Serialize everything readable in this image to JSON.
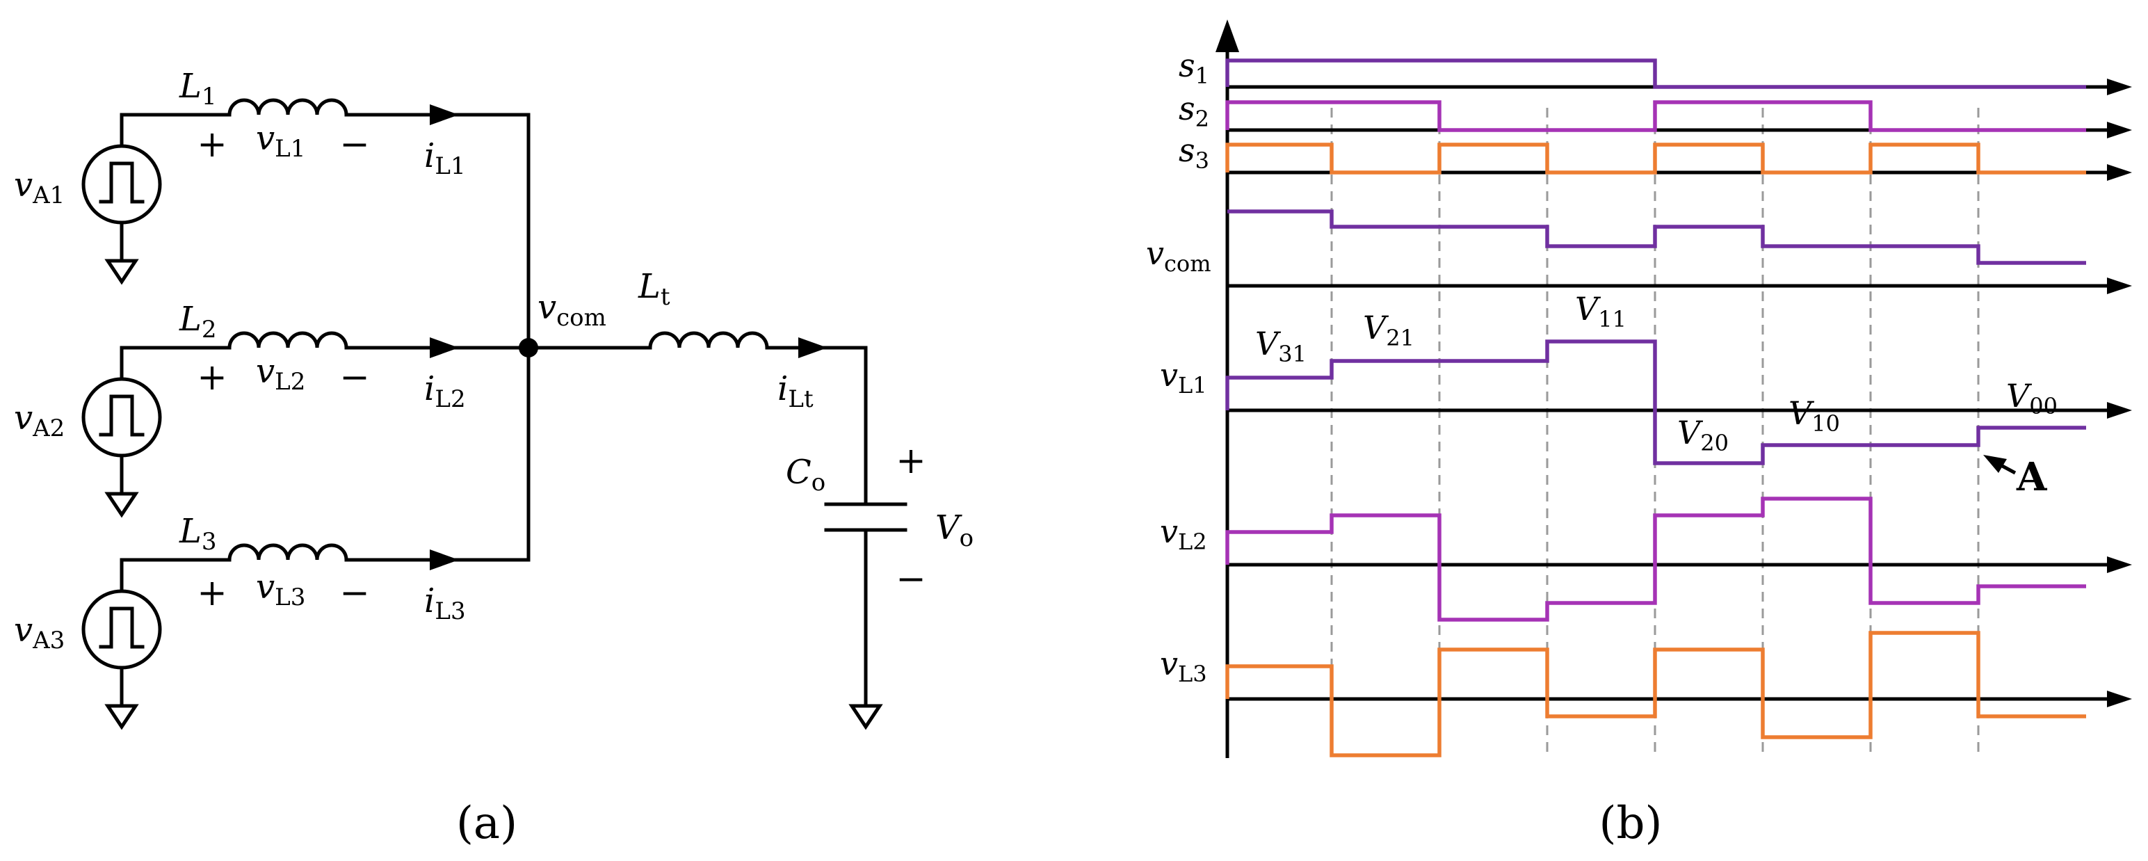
{
  "panel_a": {
    "caption": "(a)",
    "sources": [
      {
        "base": "v",
        "sub": "A1"
      },
      {
        "base": "v",
        "sub": "A2"
      },
      {
        "base": "v",
        "sub": "A3"
      }
    ],
    "inductors": [
      {
        "name_base": "L",
        "name_sub": "1",
        "volt_base": "v",
        "volt_sub": "L1",
        "cur_base": "i",
        "cur_sub": "L1"
      },
      {
        "name_base": "L",
        "name_sub": "2",
        "volt_base": "v",
        "volt_sub": "L2",
        "cur_base": "i",
        "cur_sub": "L2"
      },
      {
        "name_base": "L",
        "name_sub": "3",
        "volt_base": "v",
        "volt_sub": "L3",
        "cur_base": "i",
        "cur_sub": "L3"
      }
    ],
    "plus": "+",
    "minus": "−",
    "node": {
      "base": "v",
      "sub": "com"
    },
    "output_inductor": {
      "base": "L",
      "sub": "t"
    },
    "output_current": {
      "base": "i",
      "sub": "Lt"
    },
    "capacitor": {
      "base": "C",
      "sub": "o"
    },
    "output_voltage": {
      "base": "V",
      "sub": "o"
    }
  },
  "panel_b": {
    "caption": "(b)",
    "channels": [
      {
        "base": "s",
        "sub": "1"
      },
      {
        "base": "s",
        "sub": "2"
      },
      {
        "base": "s",
        "sub": "3"
      },
      {
        "base": "v",
        "sub": "com"
      },
      {
        "base": "v",
        "sub": "L1"
      },
      {
        "base": "v",
        "sub": "L2"
      },
      {
        "base": "v",
        "sub": "L3"
      }
    ],
    "level_labels": [
      {
        "base": "V",
        "sub": "31"
      },
      {
        "base": "V",
        "sub": "21"
      },
      {
        "base": "V",
        "sub": "11"
      },
      {
        "base": "V",
        "sub": "20"
      },
      {
        "base": "V",
        "sub": "10"
      },
      {
        "base": "V",
        "sub": "00"
      }
    ],
    "annotation": "A",
    "colors": {
      "purple_dark": "#7030a0",
      "purple_light": "#a533b5",
      "orange": "#ed7d31"
    }
  }
}
